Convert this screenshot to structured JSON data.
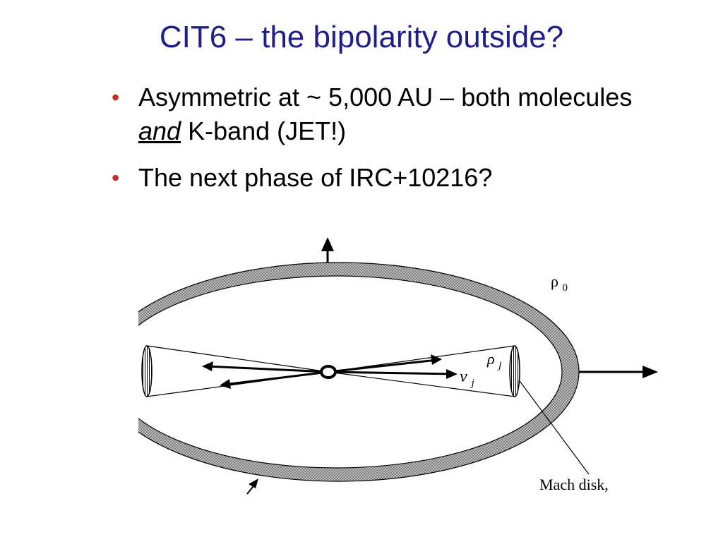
{
  "slide": {
    "title": "CIT6 – the bipolarity outside?",
    "bullets": [
      {
        "parts": [
          {
            "text": "Asymmetric at ~ 5,000 AU – both molecules "
          },
          {
            "text": "and",
            "style": "italic-underline"
          },
          {
            "text": " K-band (JET!)"
          }
        ]
      },
      {
        "parts": [
          {
            "text": "The next phase of IRC+10216?"
          }
        ]
      }
    ],
    "bullet_glyph": "•",
    "colors": {
      "title": "#1f1f8c",
      "bullet": "#c0312b",
      "text": "#000000"
    }
  },
  "diagram": {
    "labels": {
      "rho0": "ρ0",
      "rhoj": "ρj",
      "vj": "vj",
      "mach_disk": "Mach disk,"
    }
  }
}
